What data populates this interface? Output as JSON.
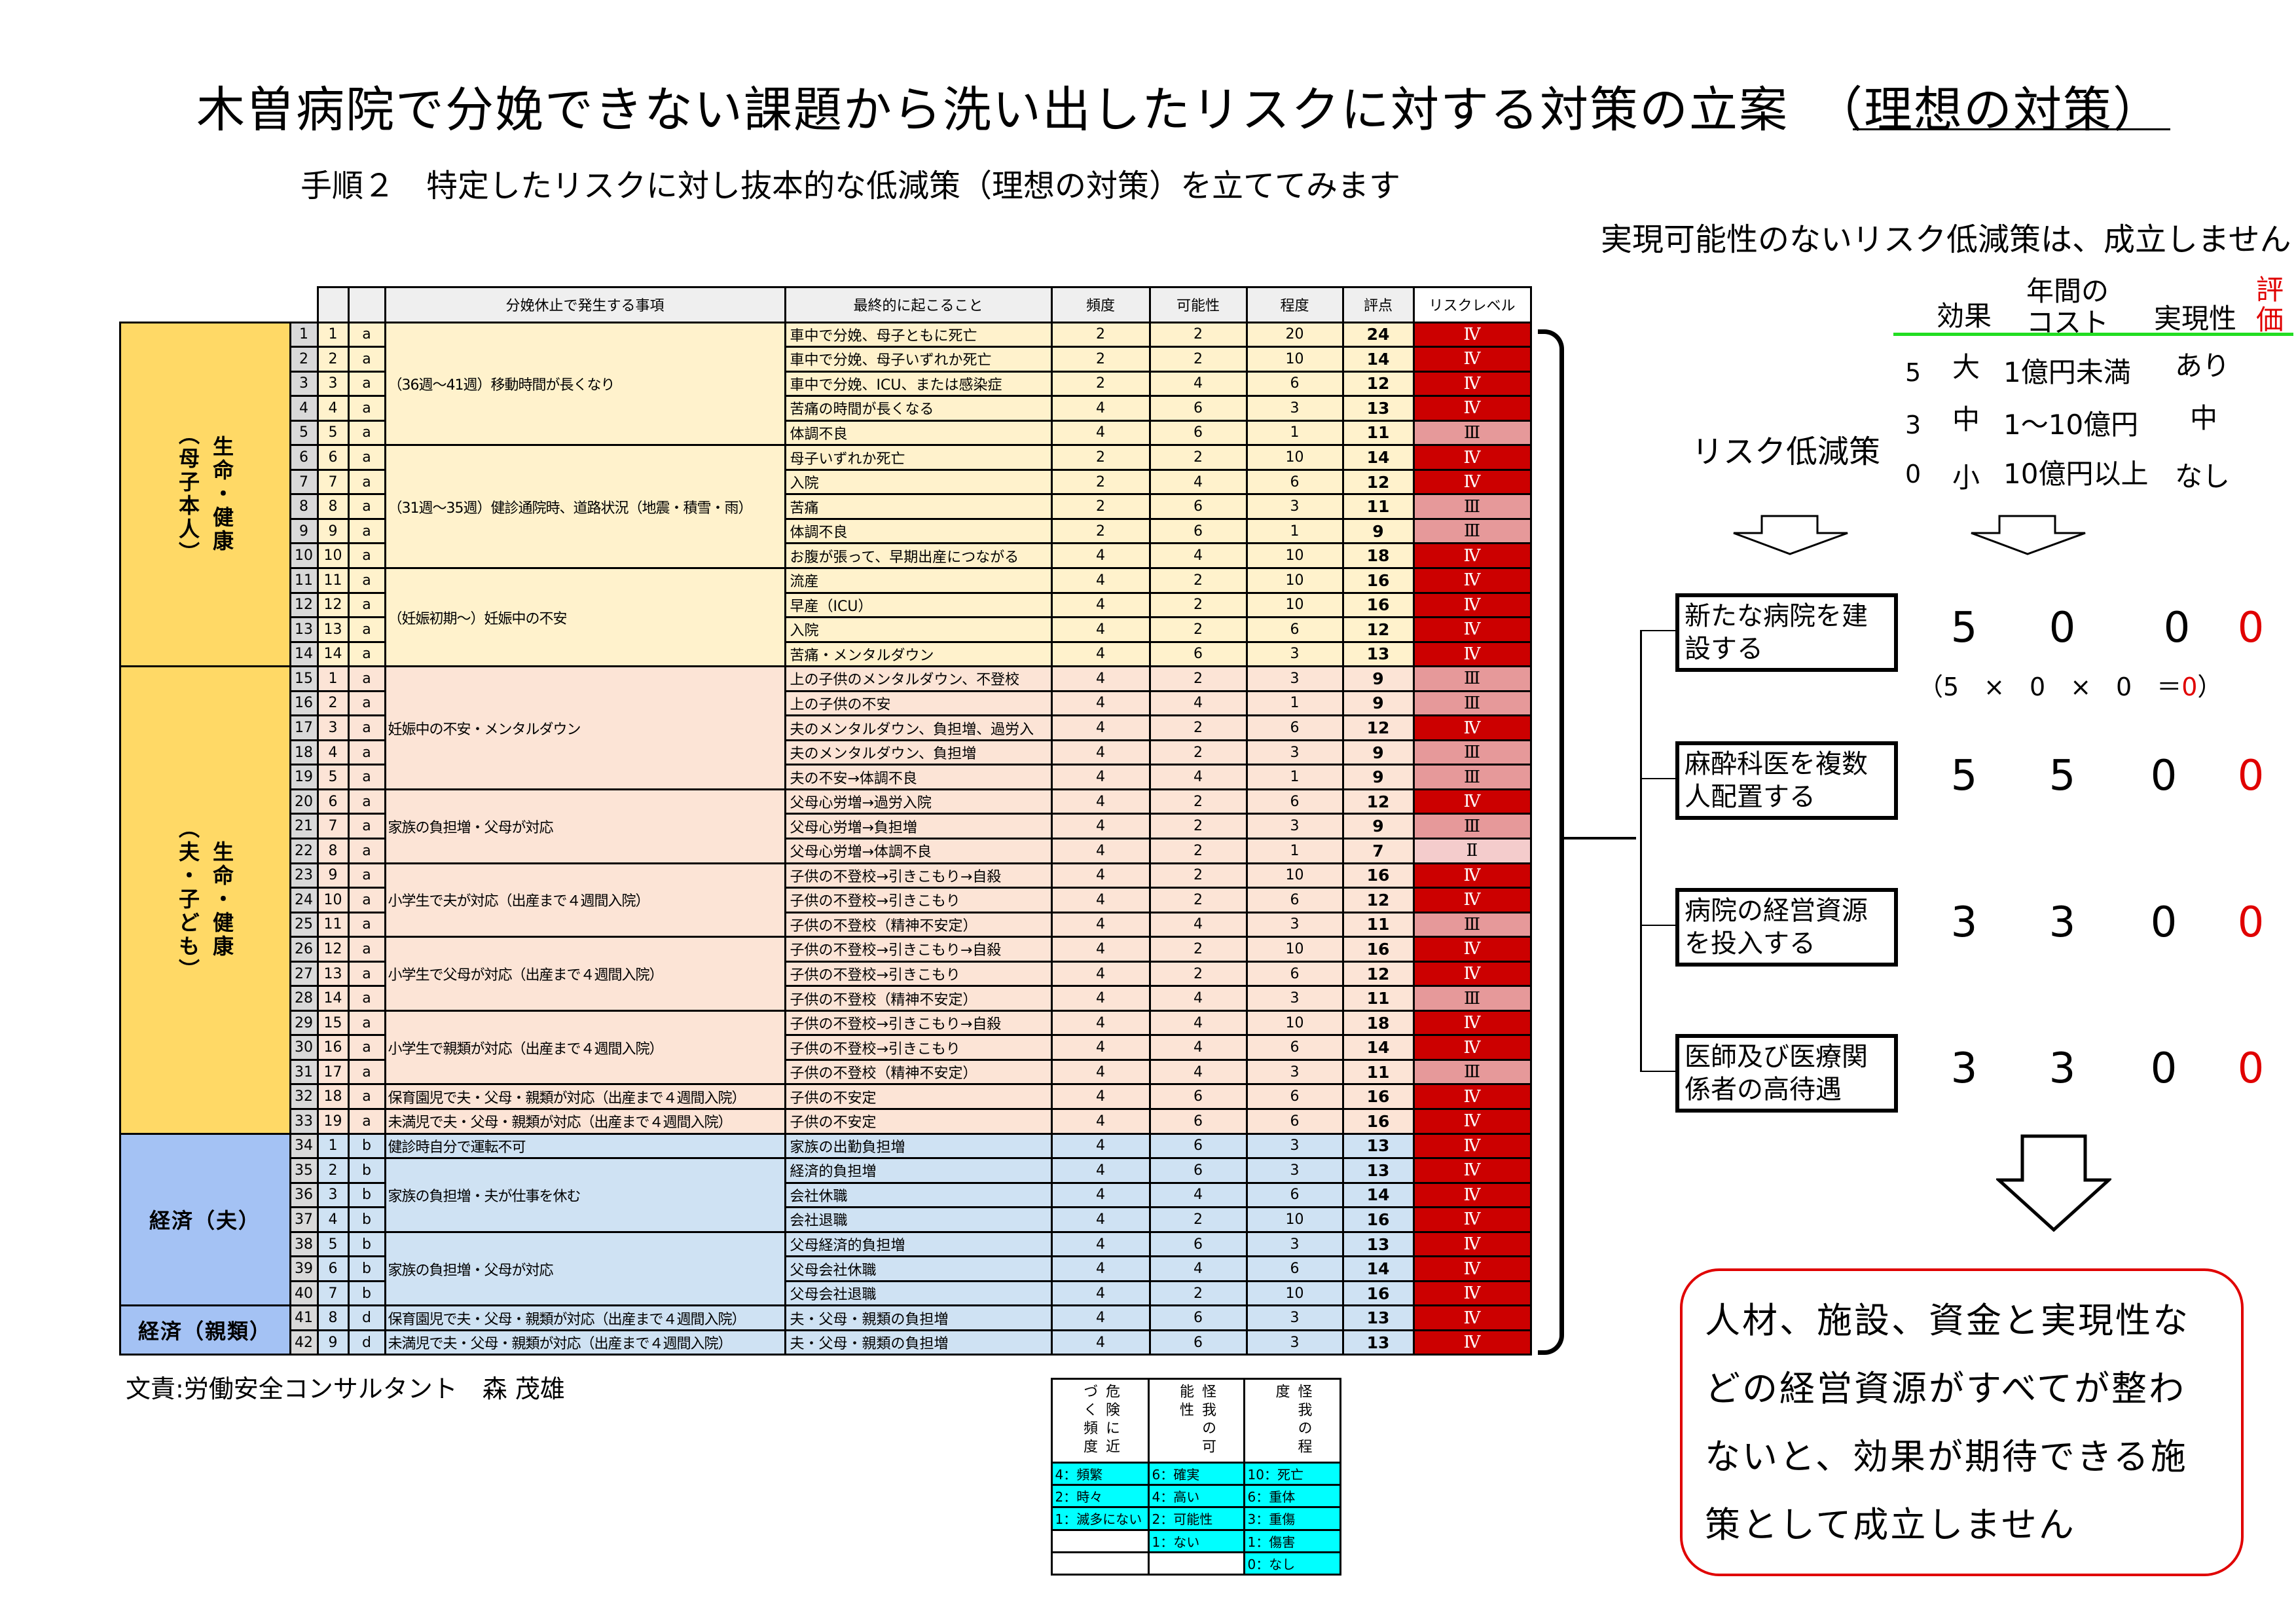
{
  "title": "木曽病院で分娩できない課題から洗い出したリスクに対する対策の立案　（理想の対策）",
  "subtitle": "手順２　特定したリスクに対し抜本的な低減策（理想の対策）を立ててみます",
  "note": "実現可能性のないリスク低減策は、成立しません",
  "table": {
    "headers": [
      "",
      "",
      "",
      "分娩休止で発生する事項",
      "最終的に起こること",
      "頻度",
      "可能性",
      "程度",
      "評点",
      "リスクレベル"
    ],
    "categories": [
      {
        "label": "生命・健康",
        "sub": "（母子本人）",
        "from": 1,
        "to": 14
      },
      {
        "label": "生命・健康",
        "sub": "（夫・子ども）",
        "from": 15,
        "to": 33
      },
      {
        "label": "経済（夫）",
        "sub": "",
        "from": 34,
        "to": 40
      },
      {
        "label": "経済（親類）",
        "sub": "",
        "from": 41,
        "to": 42
      }
    ],
    "events": [
      {
        "text": "（36週～41週）移動時間が長くなり",
        "from": 1,
        "to": 5
      },
      {
        "text": "（31週～35週）健診通院時、道路状況（地震・積雪・雨）",
        "from": 6,
        "to": 10
      },
      {
        "text": "（妊娠初期～）妊娠中の不安",
        "from": 11,
        "to": 14
      },
      {
        "text": "妊娠中の不安・メンタルダウン",
        "from": 15,
        "to": 19
      },
      {
        "text": "家族の負担増・父母が対応",
        "from": 20,
        "to": 22
      },
      {
        "text": "小学生で夫が対応（出産まで４週間入院）",
        "from": 23,
        "to": 25
      },
      {
        "text": "小学生で父母が対応（出産まで４週間入院）",
        "from": 26,
        "to": 28
      },
      {
        "text": "小学生で親類が対応（出産まで４週間入院）",
        "from": 29,
        "to": 31
      },
      {
        "text": "保育園児で夫・父母・親類が対応（出産まで４週間入院）",
        "from": 32,
        "to": 32
      },
      {
        "text": "未満児で夫・父母・親類が対応（出産まで４週間入院）",
        "from": 33,
        "to": 33
      },
      {
        "text": "健診時自分で運転不可",
        "from": 34,
        "to": 34
      },
      {
        "text": "家族の負担増・夫が仕事を休む",
        "from": 35,
        "to": 37
      },
      {
        "text": "家族の負担増・父母が対応",
        "from": 38,
        "to": 40
      },
      {
        "text": "保育園児で夫・父母・親類が対応（出産まで４週間入院）",
        "from": 41,
        "to": 41
      },
      {
        "text": "未満児で夫・父母・親類が対応（出産まで４週間入院）",
        "from": 42,
        "to": 42
      }
    ],
    "rows": [
      [
        "1",
        "1",
        "a",
        "車中で分娩、母子ともに死亡",
        "2",
        "2",
        "20",
        "24",
        "Ⅳ"
      ],
      [
        "2",
        "2",
        "a",
        "車中で分娩、母子いずれか死亡",
        "2",
        "2",
        "10",
        "14",
        "Ⅳ"
      ],
      [
        "3",
        "3",
        "a",
        "車中で分娩、ICU、または感染症",
        "2",
        "4",
        "6",
        "12",
        "Ⅳ"
      ],
      [
        "4",
        "4",
        "a",
        "苦痛の時間が長くなる",
        "4",
        "6",
        "3",
        "13",
        "Ⅳ"
      ],
      [
        "5",
        "5",
        "a",
        "体調不良",
        "4",
        "6",
        "1",
        "11",
        "Ⅲ"
      ],
      [
        "6",
        "6",
        "a",
        "母子いずれか死亡",
        "2",
        "2",
        "10",
        "14",
        "Ⅳ"
      ],
      [
        "7",
        "7",
        "a",
        "入院",
        "2",
        "4",
        "6",
        "12",
        "Ⅳ"
      ],
      [
        "8",
        "8",
        "a",
        "苦痛",
        "2",
        "6",
        "3",
        "11",
        "Ⅲ"
      ],
      [
        "9",
        "9",
        "a",
        "体調不良",
        "2",
        "6",
        "1",
        "9",
        "Ⅲ"
      ],
      [
        "10",
        "10",
        "a",
        "お腹が張って、早期出産につながる",
        "4",
        "4",
        "10",
        "18",
        "Ⅳ"
      ],
      [
        "11",
        "11",
        "a",
        "流産",
        "4",
        "2",
        "10",
        "16",
        "Ⅳ"
      ],
      [
        "12",
        "12",
        "a",
        "早産（ICU）",
        "4",
        "2",
        "10",
        "16",
        "Ⅳ"
      ],
      [
        "13",
        "13",
        "a",
        "入院",
        "4",
        "2",
        "6",
        "12",
        "Ⅳ"
      ],
      [
        "14",
        "14",
        "a",
        "苦痛・メンタルダウン",
        "4",
        "6",
        "3",
        "13",
        "Ⅳ"
      ],
      [
        "15",
        "1",
        "a",
        "上の子供のメンタルダウン、不登校",
        "4",
        "2",
        "3",
        "9",
        "Ⅲ"
      ],
      [
        "16",
        "2",
        "a",
        "上の子供の不安",
        "4",
        "4",
        "1",
        "9",
        "Ⅲ"
      ],
      [
        "17",
        "3",
        "a",
        "夫のメンタルダウン、負担増、過労入",
        "4",
        "2",
        "6",
        "12",
        "Ⅳ"
      ],
      [
        "18",
        "4",
        "a",
        "夫のメンタルダウン、負担増",
        "4",
        "2",
        "3",
        "9",
        "Ⅲ"
      ],
      [
        "19",
        "5",
        "a",
        "夫の不安→体調不良",
        "4",
        "4",
        "1",
        "9",
        "Ⅲ"
      ],
      [
        "20",
        "6",
        "a",
        "父母心労増→過労入院",
        "4",
        "2",
        "6",
        "12",
        "Ⅳ"
      ],
      [
        "21",
        "7",
        "a",
        "父母心労増→負担増",
        "4",
        "2",
        "3",
        "9",
        "Ⅲ"
      ],
      [
        "22",
        "8",
        "a",
        "父母心労増→体調不良",
        "4",
        "2",
        "1",
        "7",
        "Ⅱ"
      ],
      [
        "23",
        "9",
        "a",
        "子供の不登校→引きこもり→自殺",
        "4",
        "2",
        "10",
        "16",
        "Ⅳ"
      ],
      [
        "24",
        "10",
        "a",
        "子供の不登校→引きこもり",
        "4",
        "2",
        "6",
        "12",
        "Ⅳ"
      ],
      [
        "25",
        "11",
        "a",
        "子供の不登校（精神不安定）",
        "4",
        "4",
        "3",
        "11",
        "Ⅲ"
      ],
      [
        "26",
        "12",
        "a",
        "子供の不登校→引きこもり→自殺",
        "4",
        "2",
        "10",
        "16",
        "Ⅳ"
      ],
      [
        "27",
        "13",
        "a",
        "子供の不登校→引きこもり",
        "4",
        "2",
        "6",
        "12",
        "Ⅳ"
      ],
      [
        "28",
        "14",
        "a",
        "子供の不登校（精神不安定）",
        "4",
        "4",
        "3",
        "11",
        "Ⅲ"
      ],
      [
        "29",
        "15",
        "a",
        "子供の不登校→引きこもり→自殺",
        "4",
        "4",
        "10",
        "18",
        "Ⅳ"
      ],
      [
        "30",
        "16",
        "a",
        "子供の不登校→引きこもり",
        "4",
        "4",
        "6",
        "14",
        "Ⅳ"
      ],
      [
        "31",
        "17",
        "a",
        "子供の不登校（精神不安定）",
        "4",
        "4",
        "3",
        "11",
        "Ⅲ"
      ],
      [
        "32",
        "18",
        "a",
        "子供の不安定",
        "4",
        "6",
        "6",
        "16",
        "Ⅳ"
      ],
      [
        "33",
        "19",
        "a",
        "子供の不安定",
        "4",
        "6",
        "6",
        "16",
        "Ⅳ"
      ],
      [
        "34",
        "1",
        "b",
        "家族の出勤負担増",
        "4",
        "6",
        "3",
        "13",
        "Ⅳ"
      ],
      [
        "35",
        "2",
        "b",
        "経済的負担増",
        "4",
        "6",
        "3",
        "13",
        "Ⅳ"
      ],
      [
        "36",
        "3",
        "b",
        "会社休職",
        "4",
        "4",
        "6",
        "14",
        "Ⅳ"
      ],
      [
        "37",
        "4",
        "b",
        "会社退職",
        "4",
        "2",
        "10",
        "16",
        "Ⅳ"
      ],
      [
        "38",
        "5",
        "b",
        "父母経済的負担増",
        "4",
        "6",
        "3",
        "13",
        "Ⅳ"
      ],
      [
        "39",
        "6",
        "b",
        "父母会社休職",
        "4",
        "4",
        "6",
        "14",
        "Ⅳ"
      ],
      [
        "40",
        "7",
        "b",
        "父母会社退職",
        "4",
        "2",
        "10",
        "16",
        "Ⅳ"
      ],
      [
        "41",
        "8",
        "d",
        "夫・父母・親類の負担増",
        "4",
        "6",
        "3",
        "13",
        "Ⅳ"
      ],
      [
        "42",
        "9",
        "d",
        "夫・父母・親類の負担増",
        "4",
        "6",
        "3",
        "13",
        "Ⅳ"
      ]
    ],
    "colors": {
      "cat_yellow": "#FFD966",
      "cat_blue": "#A4C2F4",
      "row_a1": "#FFF2CC",
      "row_a2": "#FCE4D6",
      "row_b": "#CFE2F3",
      "lvl4": "#CC0000",
      "lvl3": "#E6999A",
      "lvl2": "#F4CCCC"
    }
  },
  "credit": "文責:労働安全コンサルタント　森 茂雄",
  "legend": {
    "headers": [
      "危険に近づく頻度",
      "怪我の可能性",
      "怪我の程度"
    ],
    "columns": [
      [
        "4：頻繁",
        "2：時々",
        "1：滅多にない"
      ],
      [
        "6：確実",
        "4：高い",
        "2：可能性",
        "1：ない"
      ],
      [
        "10：死亡",
        "6：重体",
        "3：重傷",
        "1：傷害",
        "0：なし"
      ]
    ]
  },
  "criteria": {
    "headers": {
      "effect": "効果",
      "cost_line1": "年間の",
      "cost_line2": "コスト",
      "feasibility": "実現性",
      "evaluation": "評価"
    },
    "rows": [
      {
        "score": "5",
        "effect": "大",
        "cost": "1億円未満",
        "feasibility": "あり"
      },
      {
        "score": "3",
        "effect": "中",
        "cost": "1～10億円",
        "feasibility": "中"
      },
      {
        "score": "0",
        "effect": "小",
        "cost": "10億円以上",
        "feasibility": "なし"
      }
    ]
  },
  "reduction_label": "リスク低減策",
  "measures": [
    {
      "line1": "新たな病院を建",
      "line2": "設する",
      "effect": "5",
      "cost": "0",
      "feasibility": "0",
      "evaluation": "0"
    },
    {
      "line1": "麻酔科医を複数",
      "line2": "人配置する",
      "effect": "5",
      "cost": "5",
      "feasibility": "0",
      "evaluation": "0"
    },
    {
      "line1": "病院の経営資源",
      "line2": "を投入する",
      "effect": "3",
      "cost": "3",
      "feasibility": "0",
      "evaluation": "0"
    },
    {
      "line1": "医師及び医療関",
      "line2": "係者の高待遇",
      "effect": "3",
      "cost": "3",
      "feasibility": "0",
      "evaluation": "0"
    }
  ],
  "formula": {
    "text": "（5　×　0　×　0　＝",
    "result": "0",
    "close": "）"
  },
  "conclusion": [
    "人材、施設、資金と実現性な",
    "どの経営資源がすべてが整わ",
    "ないと、効果が期待できる施",
    "策として成立しません"
  ]
}
